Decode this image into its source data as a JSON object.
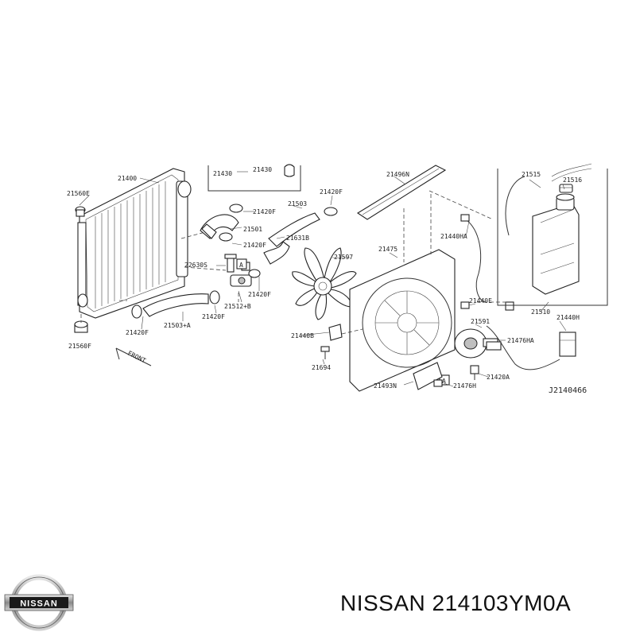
{
  "caption": {
    "brand": "NISSAN",
    "part_number": "214103YM0A"
  },
  "logo": {
    "text": "NISSAN",
    "icon": "nissan-logo"
  },
  "diagram": {
    "code": "J2140466",
    "front_label": "FRONT",
    "box_marker": "A",
    "part_labels": {
      "p21560E": "21560E",
      "p21400": "21400",
      "p21430": "21430",
      "p21430b": "21430",
      "p21501": "21501",
      "p21420F_a": "21420F",
      "p21420F_b": "21420F",
      "p21420F_c": "21420F",
      "p21420F_d": "21420F",
      "p21420F_e": "21420F",
      "p21420F_f": "21420F",
      "p21503": "21503",
      "p21631B": "21631B",
      "p22630S": "22630S",
      "p21512B": "21512+B",
      "p21503A": "21503+A",
      "p21560F": "21560F",
      "p21496N": "21496N",
      "p21475": "21475",
      "p21597": "21597",
      "p21440B": "21440B",
      "p21694": "21694",
      "p21493N": "21493N",
      "p21476H": "21476H",
      "p21420A": "21420A",
      "p21476HA": "21476HA",
      "p21591": "21591",
      "p21440E": "21440E",
      "p21440HA": "21440HA",
      "p21515": "21515",
      "p21516": "21516",
      "p21510": "21510",
      "p21440H": "21440H"
    }
  }
}
